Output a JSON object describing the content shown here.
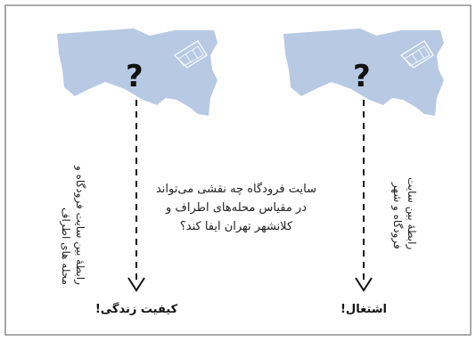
{
  "question_lines": [
    "سایت فرودگاه چه نقشی می‌تواند",
    "در مقیاس محله‌های اطراف و",
    "کلانشهر تهران ایفا کند؟"
  ],
  "left_panel": {
    "question_mark": "?",
    "relation_lines": [
      "رابطهٔ بین سایت فرودگاه و",
      "محله های اطراف"
    ],
    "result": "کیفیت زندگی!"
  },
  "right_panel": {
    "question_mark": "?",
    "relation_lines": [
      "رابطهٔ بین سایت",
      "فرودگاه و شهر"
    ],
    "result": "اشتغال!"
  },
  "colors": {
    "map_fill": "#b8c9e4",
    "map_outline": "#ffffff",
    "frame": "#555555",
    "arrow": "#111111"
  }
}
